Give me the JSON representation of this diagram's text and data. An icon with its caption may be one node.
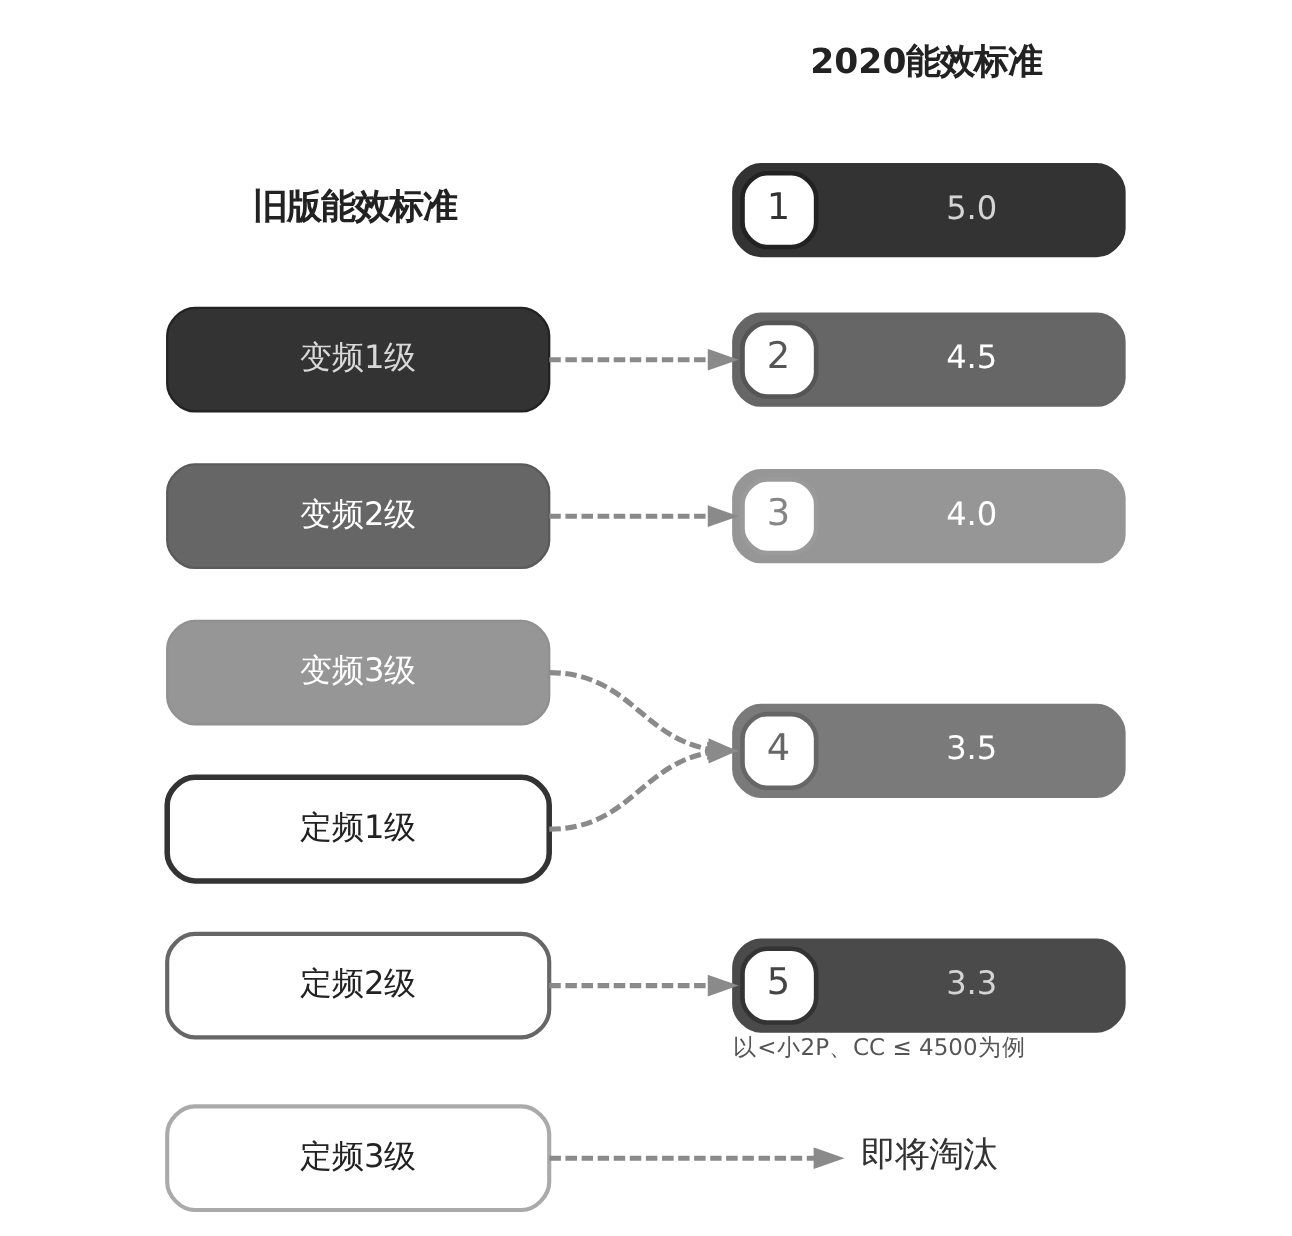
{
  "diagram": {
    "nodes": [
      {
        "text": [
          "1",
          "5.0"
        ]
      },
      {
        "text": [
          "变频1级"
        ]
      },
      {
        "text": [
          "2",
          "4.5"
        ]
      },
      {
        "text": [
          "变频2级"
        ]
      },
      {
        "text": [
          "3",
          "4.0"
        ]
      },
      {
        "text": [
          "变频3级"
        ]
      },
      {
        "text": [
          "4",
          "3.5"
        ]
      },
      {
        "text": [
          "定频1级"
        ]
      },
      {
        "text": [
          "5",
          "3.3"
        ],
        "beside": [
          "以<小2P、CC ≤ 4500为例"
        ]
      },
      {
        "text": [
          "定频2级"
        ]
      },
      {
        "text": [
          "定频3级"
        ]
      },
      {
        "text": [
          "即将淘汰"
        ]
      }
    ],
    "edges": [
      {
        "from": 1,
        "to": 2,
        "arrow": "to",
        "style": "dashed"
      },
      {
        "from": 3,
        "to": 4,
        "arrow": "to",
        "style": "dashed"
      },
      {
        "from": 5,
        "to": 6,
        "arrow": "to",
        "style": "dashed"
      },
      {
        "from": 7,
        "to": 6,
        "arrow": "to",
        "style": "dashed"
      },
      {
        "from": 9,
        "to": 8,
        "arrow": "to",
        "style": "dashed"
      },
      {
        "from": 10,
        "to": 11,
        "arrow": "to",
        "style": "dashed"
      }
    ],
    "labels": [
      "2020能效标准",
      "旧版能效标准"
    ]
  }
}
